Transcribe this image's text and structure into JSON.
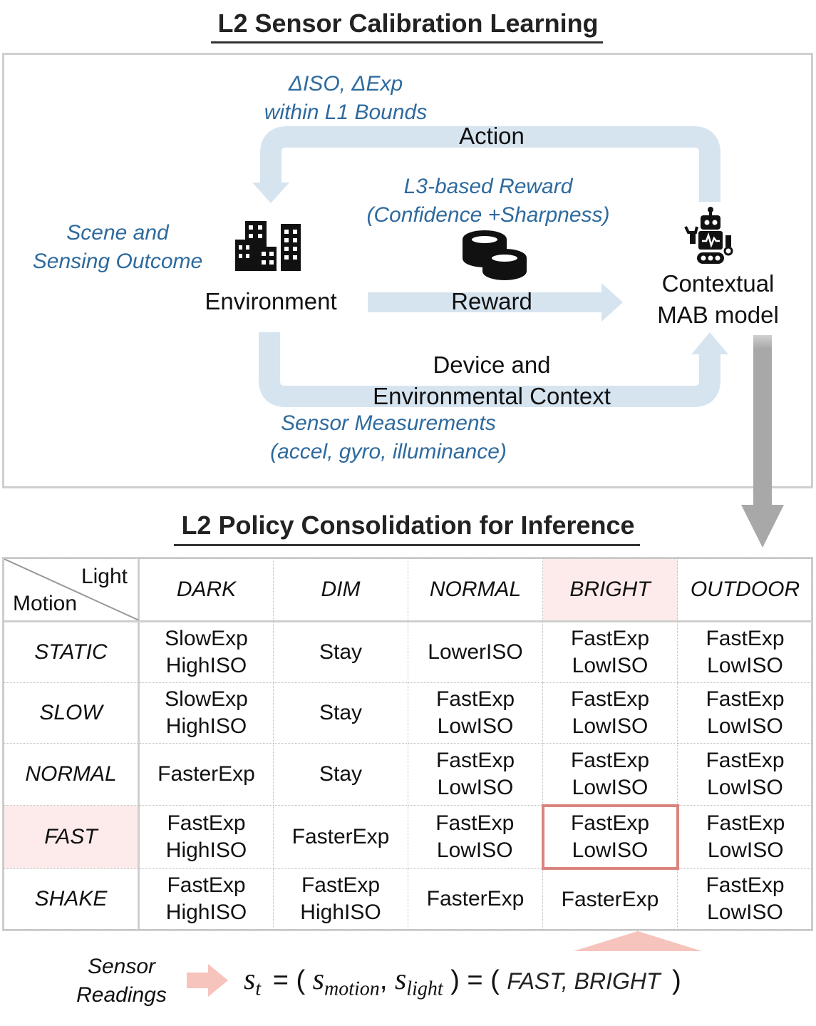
{
  "learning": {
    "title": "L2 Sensor Calibration Learning",
    "action_note_line1": "ΔISO, ΔExp",
    "action_note_line2": "within L1 Bounds",
    "action_label": "Action",
    "reward_note_line1": "L3-based Reward",
    "reward_note_line2": "(Confidence +Sharpness)",
    "reward_label": "Reward",
    "scene_note_line1": "Scene and",
    "scene_note_line2": "Sensing Outcome",
    "environment_label": "Environment",
    "agent_label_line1": "Contextual",
    "agent_label_line2": "MAB model",
    "context_label_line1": "Device and",
    "context_label_line2": "Environmental Context",
    "sensor_note_line1": "Sensor Measurements",
    "sensor_note_line2": "(accel, gyro, illuminance)"
  },
  "consolidation": {
    "title": "L2 Policy Consolidation for Inference",
    "corner_light": "Light",
    "corner_motion": "Motion",
    "light_levels": [
      "DARK",
      "DIM",
      "NORMAL",
      "BRIGHT",
      "OUTDOOR"
    ],
    "rows": [
      {
        "motion": "STATIC",
        "cells": [
          [
            "SlowExp",
            "HighISO"
          ],
          [
            "Stay"
          ],
          [
            "LowerISO"
          ],
          [
            "FastExp",
            "LowISO"
          ],
          [
            "FastExp",
            "LowISO"
          ]
        ]
      },
      {
        "motion": "SLOW",
        "cells": [
          [
            "SlowExp",
            "HighISO"
          ],
          [
            "Stay"
          ],
          [
            "FastExp",
            "LowISO"
          ],
          [
            "FastExp",
            "LowISO"
          ],
          [
            "FastExp",
            "LowISO"
          ]
        ]
      },
      {
        "motion": "NORMAL",
        "cells": [
          [
            "FasterExp"
          ],
          [
            "Stay"
          ],
          [
            "FastExp",
            "LowISO"
          ],
          [
            "FastExp",
            "LowISO"
          ],
          [
            "FastExp",
            "LowISO"
          ]
        ]
      },
      {
        "motion": "FAST",
        "cells": [
          [
            "FastExp",
            "HighISO"
          ],
          [
            "FasterExp"
          ],
          [
            "FastExp",
            "LowISO"
          ],
          [
            "FastExp",
            "LowISO"
          ],
          [
            "FastExp",
            "LowISO"
          ]
        ]
      },
      {
        "motion": "SHAKE",
        "cells": [
          [
            "FastExp",
            "HighISO"
          ],
          [
            "FastExp",
            "HighISO"
          ],
          [
            "FasterExp"
          ],
          [
            "FasterExp"
          ],
          [
            "FastExp",
            "LowISO"
          ]
        ]
      }
    ],
    "highlight_motion": "FAST",
    "highlight_light": "BRIGHT",
    "highlight_color": "#fcebea",
    "selected_border_color": "#d9847e"
  },
  "equation": {
    "sensor_line1": "Sensor",
    "sensor_line2": "Readings",
    "s": "s",
    "sub_t": "t",
    "eq_open": "= (",
    "sub_motion": "motion",
    "comma": ",",
    "sub_light": "light",
    "eq_mid": ") = (",
    "state_value": "FAST, BRIGHT",
    "eq_close": ")"
  },
  "colors": {
    "loop_arrow": "#d6e4f0",
    "note_text": "#2e6a9e",
    "consolidate_arrow": "#a8a8a8",
    "input_arrow": "#f6c3bd"
  },
  "icons": {
    "environment": "buildings-icon",
    "reward": "coins-icon",
    "agent": "robot-icon"
  }
}
